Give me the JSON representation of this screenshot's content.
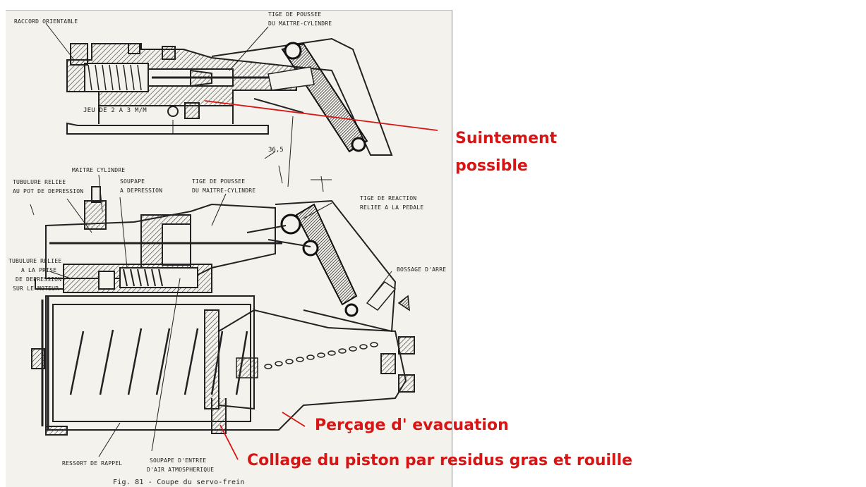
{
  "labels": {
    "raccord_orientable": "RACCORD ORIENTABLE",
    "tige_poussee_top_1": "TIGE DE POUSSEE",
    "tige_poussee_top_2": "DU MAITRE-CYLINDRE",
    "jeu": "JEU DE 2 A 3 m/m",
    "dim_365": "36,5",
    "maitre_cylindre": "MAITRE CYLINDRE",
    "tubulure_pot_1": "TUBULURE RELIEE",
    "tubulure_pot_2": "AU POT DE DEPRESSION",
    "soupape_dep_1": "SOUPAPE",
    "soupape_dep_2": "A DEPRESSION",
    "tige_poussee_mid_1": "TIGE DE POUSSEE",
    "tige_poussee_mid_2": "DU MAITRE-CYLINDRE",
    "tige_reaction_1": "TIGE DE REACTION",
    "tige_reaction_2": "RELIEE A LA PEDALE",
    "bossage": "BOSSAGE D'ARRE",
    "tubulure_moteur_1": "TUBULURE RELIEE",
    "tubulure_moteur_2": "A LA PRISE",
    "tubulure_moteur_3": "DE DEPRESSION",
    "tubulure_moteur_4": "SUR LE MOTEUR",
    "ressort": "RESSORT DE RAPPEL",
    "soupape_air_1": "SOUPAPE D'ENTREE",
    "soupape_air_2": "D'AIR ATMOSPHERIQUE",
    "caption": "Fig. 81 - Coupe du servo-frein"
  },
  "annotations": {
    "suintement_1": "Suintement",
    "suintement_2": "possible",
    "percage": "Perçage d' evacuation",
    "collage": "Collage du piston par residus gras et rouille"
  },
  "colors": {
    "annotation": "#d81515",
    "ink": "#222222",
    "paper": "#f4f2ec"
  }
}
